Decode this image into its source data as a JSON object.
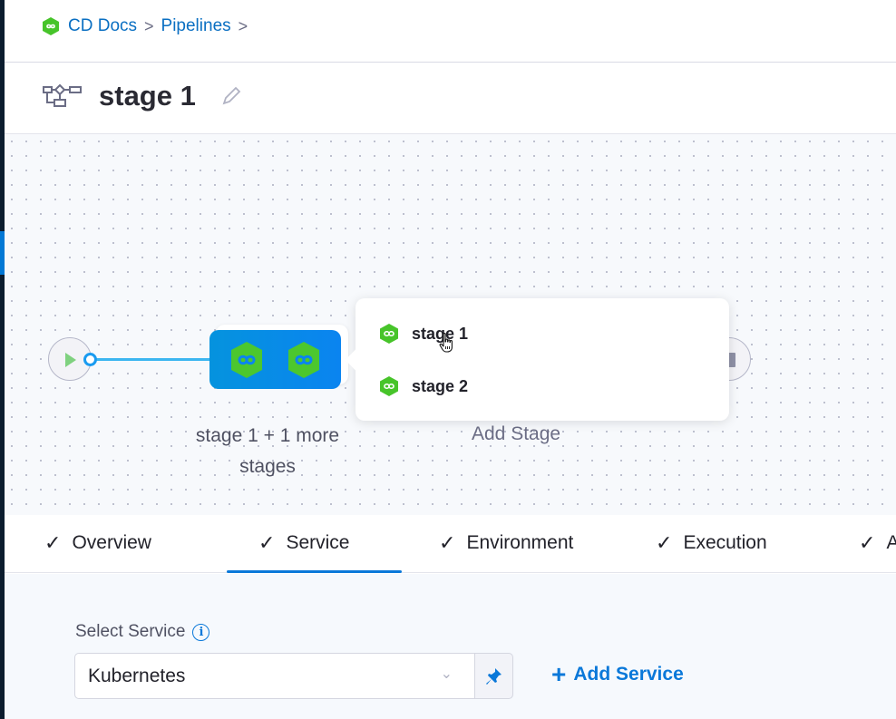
{
  "breadcrumb": {
    "items": [
      "CD Docs",
      "Pipelines"
    ],
    "separator": ">"
  },
  "header": {
    "title": "stage 1"
  },
  "canvas": {
    "group_label": "stage 1 + 1 more stages",
    "add_stage_label": "Add Stage",
    "popup_items": [
      {
        "label": "stage 1"
      },
      {
        "label": "stage 2"
      }
    ]
  },
  "tabs": [
    {
      "label": "Overview",
      "active": false
    },
    {
      "label": "Service",
      "active": true
    },
    {
      "label": "Environment",
      "active": false
    },
    {
      "label": "Execution",
      "active": false
    },
    {
      "label": "A",
      "active": false
    }
  ],
  "form": {
    "select_label": "Select Service",
    "select_value": "Kubernetes",
    "add_service_label": "Add Service"
  },
  "colors": {
    "accent": "#0a78d9",
    "stage_green": "#47c42a",
    "sidebar": "#0b1c2e"
  }
}
